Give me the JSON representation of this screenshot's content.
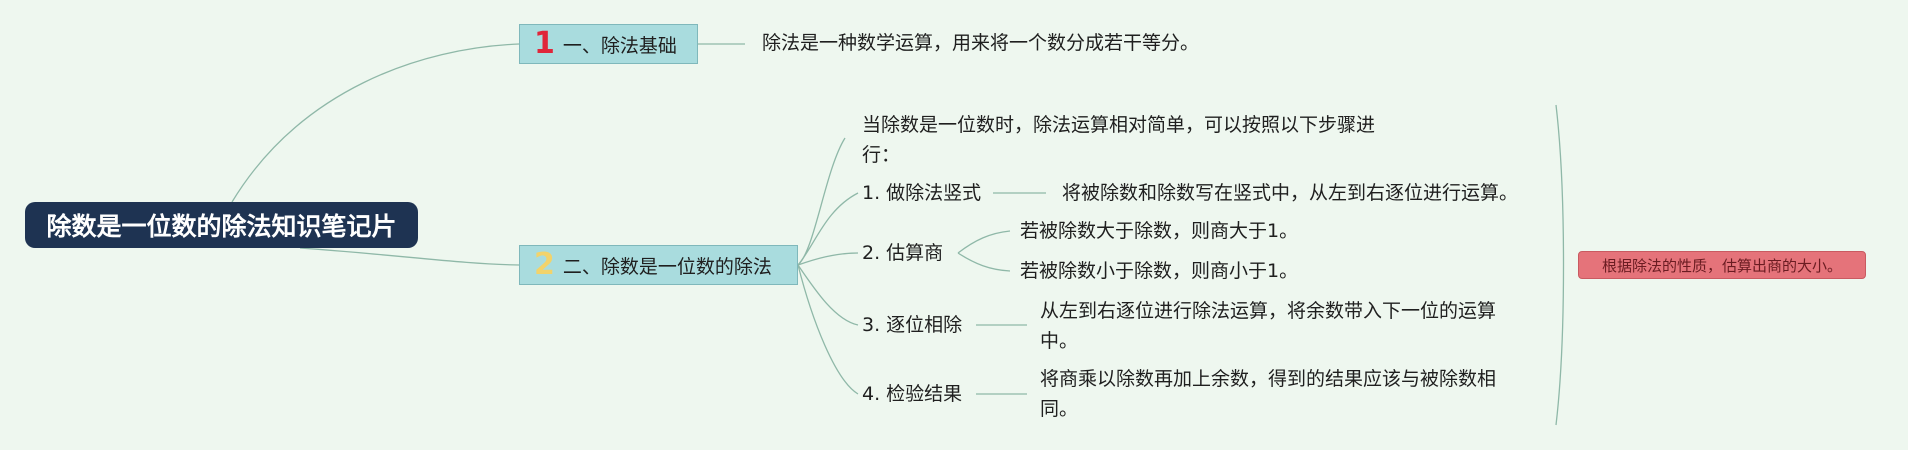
{
  "root": {
    "title": "除数是一位数的除法知识笔记片"
  },
  "branches": [
    {
      "number": "1",
      "number_color": "#e0263a",
      "label": "一、除法基础",
      "detail": "除法是一种数学运算，用来将一个数分成若干等分。"
    },
    {
      "number": "2",
      "number_color": "#f2d36b",
      "label": "二、除数是一位数的除法",
      "intro": "当除数是一位数时，除法运算相对简单，可以按照以下步骤进行：",
      "steps": [
        {
          "label": "1. 做除法竖式",
          "details": [
            "将被除数和除数写在竖式中，从左到右逐位进行运算。"
          ]
        },
        {
          "label": "2. 估算商",
          "details": [
            "若被除数大于除数，则商大于1。",
            "若被除数小于除数，则商小于1。"
          ]
        },
        {
          "label": "3. 逐位相除",
          "details": [
            "从左到右逐位进行除法运算，将余数带入下一位的运算中。"
          ]
        },
        {
          "label": "4. 检验结果",
          "details": [
            "将商乘以除数再加上余数，得到的结果应该与被除数相同。"
          ]
        }
      ]
    }
  ],
  "summary_note": "根据除法的性质，估算出商的大小。",
  "colors": {
    "background": "#eef7ef",
    "root_fill": "#1e3352",
    "branch_fill": "#a9dcde",
    "note_fill": "#e5737a",
    "line": "#8fb8a8"
  }
}
